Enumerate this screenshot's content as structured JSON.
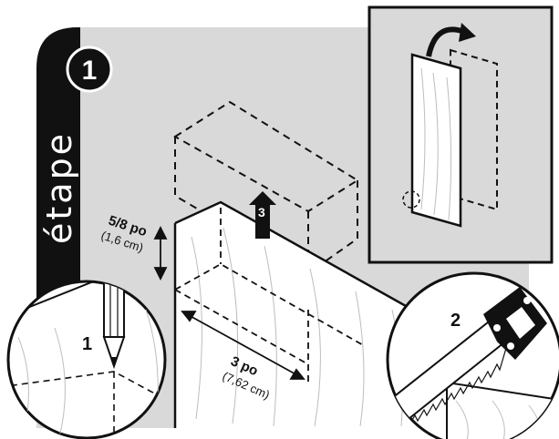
{
  "step": {
    "word": "étape",
    "number": "1"
  },
  "labels": {
    "thickness_main": "5/8 po",
    "thickness_metric": "(1,6 cm)",
    "length_main": "3 po",
    "length_metric": "(7,62 cm)",
    "arrow_step": "3",
    "detail_left_step": "1",
    "detail_right_step": "2"
  },
  "colors": {
    "background_panel": "#d9d9d9",
    "ink": "#111111",
    "wood": "#ffffff"
  },
  "icons": {
    "up_arrow": "up-arrow-icon",
    "flip_arrow": "curved-arrow-icon",
    "pencil": "pencil-icon",
    "saw": "hand-saw-icon"
  }
}
